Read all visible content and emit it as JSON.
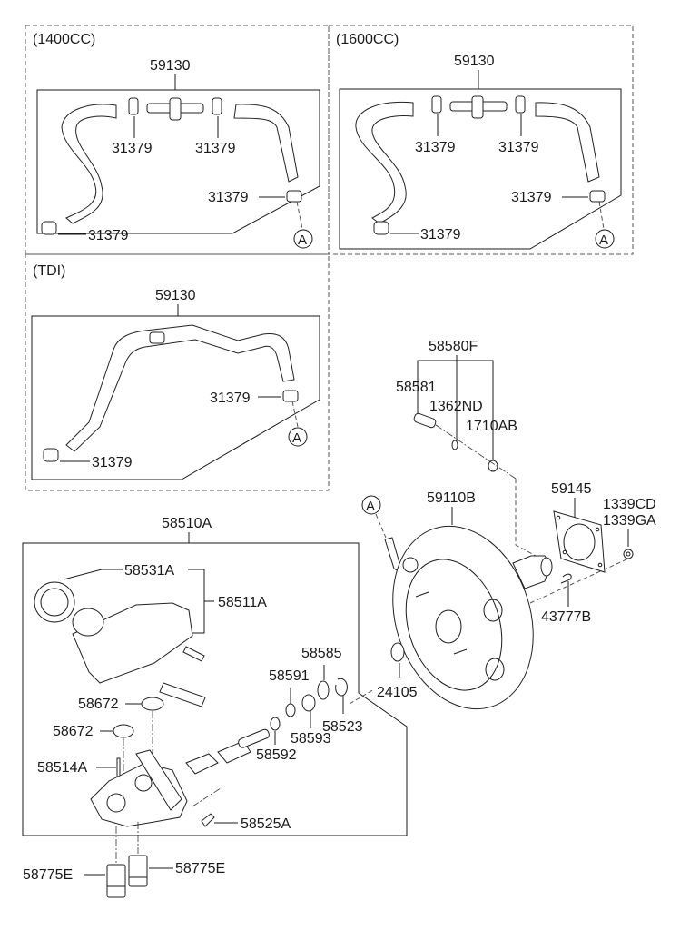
{
  "diagram": {
    "type": "exploded-parts-diagram",
    "subject": "Brake master cylinder, booster and vacuum hose",
    "reference_marker": "A",
    "sections": [
      {
        "title": "(1400CC)",
        "assembly": "59130",
        "parts": [
          "31379",
          "31379",
          "31379",
          "31379"
        ]
      },
      {
        "title": "(1600CC)",
        "assembly": "59130",
        "parts": [
          "31379",
          "31379",
          "31379",
          "31379"
        ]
      },
      {
        "title": "(TDI)",
        "assembly": "59130",
        "parts": [
          "31379",
          "31379"
        ]
      }
    ],
    "pedal_pin_kit": {
      "assembly": "58580F",
      "parts": [
        "58581",
        "1362ND",
        "1710AB"
      ]
    },
    "booster": {
      "assembly": "59110B",
      "gasket": "59145",
      "nuts": [
        "1339CD",
        "1339GA"
      ],
      "clip": "43777B",
      "o_ring": "24105"
    },
    "master_cylinder": {
      "assembly": "58510A",
      "reservoir_assembly": "58511A",
      "cap": "58531A",
      "grommet_upper": "58672",
      "grommet_lower": "58672",
      "pin": "58514A",
      "seal_kit": [
        "58585",
        "58591",
        "58593",
        "58592",
        "58523"
      ],
      "screw": "58525A",
      "plugs": [
        "58775E",
        "58775E"
      ]
    }
  }
}
